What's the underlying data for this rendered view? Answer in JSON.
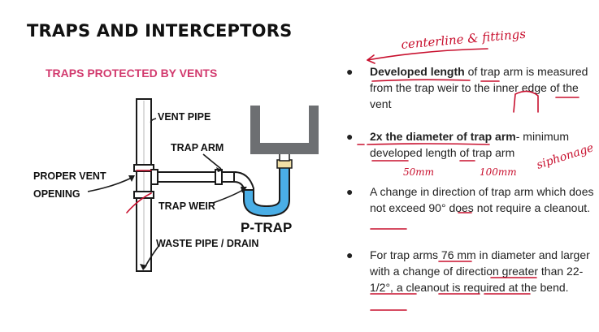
{
  "slide": {
    "title": "TRAPS AND INTERCEPTORS",
    "subtitle": "TRAPS PROTECTED BY VENTS"
  },
  "diagram": {
    "labels": {
      "vent_pipe": "VENT PIPE",
      "trap_arm": "TRAP ARM",
      "proper_vent_line1": "PROPER VENT",
      "proper_vent_line2": "OPENING",
      "trap_weir": "TRAP WEIR",
      "p_trap": "P-TRAP",
      "waste_pipe": "WASTE PIPE / DRAIN"
    },
    "colors": {
      "water": "#4aaee6",
      "sink": "#6d6f72",
      "pipe_outline": "#1a1a1a",
      "fitting": "#f0dfa6"
    }
  },
  "bullets": [
    {
      "pre": "",
      "strong": "Developed length",
      "post": " of trap arm is measured from the trap weir to the inner edge of the vent"
    },
    {
      "pre": "",
      "strong": "2x the diameter of trap arm",
      "post": "- minimum developed length of trap arm"
    },
    {
      "pre": " A change in direction of trap arm which does not exceed 90° does not require a cleanout.",
      "strong": "",
      "post": ""
    },
    {
      "pre": "For trap arms 76 mm in diameter and larger with a change of direction greater than 22-1/2°, a cleanout is required at the bend.",
      "strong": "",
      "post": ""
    }
  ],
  "annotations": {
    "centerline": "centerline & fittings",
    "siphonage": "siphonage",
    "mm50": "50mm",
    "mm100": "100mm",
    "ink_color": "#c8102e"
  }
}
